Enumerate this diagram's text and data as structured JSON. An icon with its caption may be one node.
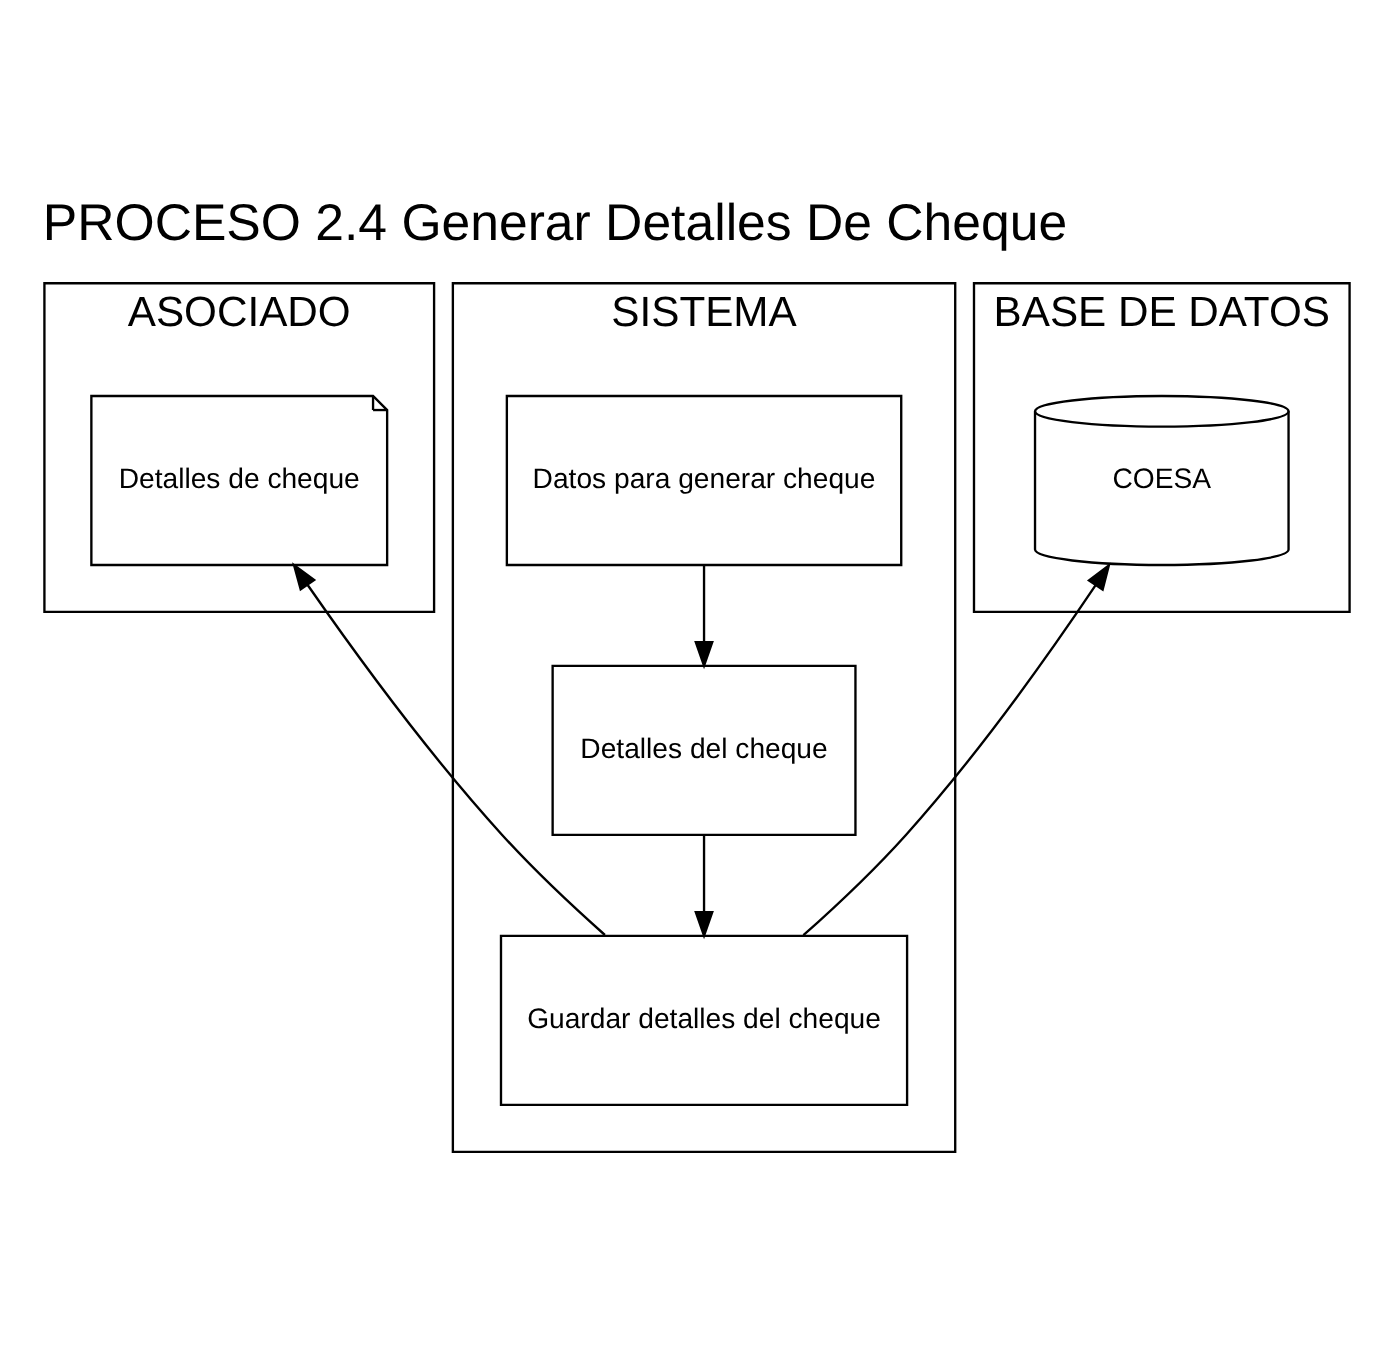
{
  "diagram": {
    "title": "PROCESO 2.4 Generar Detalles De Cheque",
    "nodes": [
      {
        "text": [
          "ASOCIADO"
        ]
      },
      {
        "text": [
          "SISTEMA"
        ]
      },
      {
        "text": [
          "BASE DE DATOS"
        ]
      },
      {
        "text": [
          "COESA"
        ],
        "in": 2
      },
      {
        "text": [
          "Datos para generar cheque"
        ],
        "in": 1
      },
      {
        "text": [
          "Detalles del cheque"
        ],
        "in": 1
      },
      {
        "text": [
          "Guardar detalles del cheque"
        ],
        "in": 1
      },
      {
        "text": [
          "Detalles de cheque"
        ],
        "in": 0
      }
    ],
    "edges": [
      {
        "from": 4,
        "to": 5,
        "arrow": "to"
      },
      {
        "from": 5,
        "to": 6,
        "arrow": "to"
      },
      {
        "from": 6,
        "to": 7,
        "arrow": "to"
      },
      {
        "from": 6,
        "to": 3,
        "arrow": "to"
      }
    ]
  }
}
